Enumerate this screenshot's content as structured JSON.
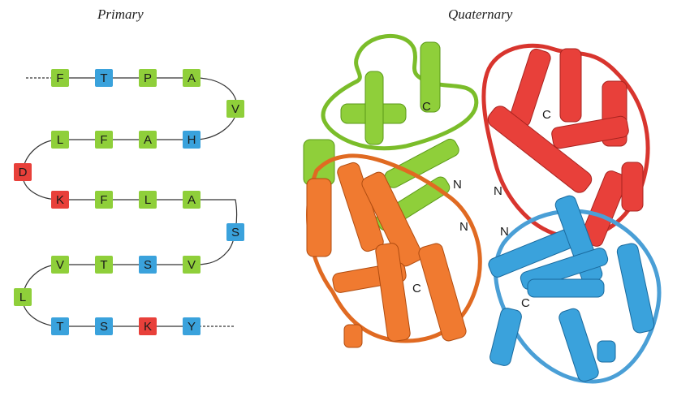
{
  "headings": {
    "primary": "Primary",
    "quaternary": "Quaternary"
  },
  "colors": {
    "green": "#8fcf3a",
    "blue": "#3aa2dc",
    "red": "#e8403a",
    "orange": "#f07a30",
    "chain_green": "#8fcf3a",
    "chain_red": "#e03a32",
    "chain_orange": "#ee7a2c",
    "chain_blue": "#52a8dc"
  },
  "primary_rows": [
    {
      "dir": "ltr",
      "residues": [
        {
          "aa": "F",
          "c": "green"
        },
        {
          "aa": "T",
          "c": "blue"
        },
        {
          "aa": "P",
          "c": "green"
        },
        {
          "aa": "A",
          "c": "green"
        }
      ]
    },
    {
      "dir": "turn-right",
      "residues": [
        {
          "aa": "V",
          "c": "green"
        }
      ]
    },
    {
      "dir": "rtl",
      "residues": [
        {
          "aa": "H",
          "c": "blue"
        },
        {
          "aa": "A",
          "c": "green"
        },
        {
          "aa": "F",
          "c": "green"
        },
        {
          "aa": "L",
          "c": "green"
        }
      ]
    },
    {
      "dir": "turn-left",
      "residues": [
        {
          "aa": "D",
          "c": "red"
        }
      ]
    },
    {
      "dir": "ltr",
      "residues": [
        {
          "aa": "K",
          "c": "red"
        },
        {
          "aa": "F",
          "c": "green"
        },
        {
          "aa": "L",
          "c": "green"
        },
        {
          "aa": "A",
          "c": "green"
        }
      ]
    },
    {
      "dir": "turn-right",
      "residues": [
        {
          "aa": "S",
          "c": "blue"
        }
      ]
    },
    {
      "dir": "rtl",
      "residues": [
        {
          "aa": "V",
          "c": "green"
        },
        {
          "aa": "S",
          "c": "blue"
        },
        {
          "aa": "T",
          "c": "green"
        },
        {
          "aa": "V",
          "c": "green"
        }
      ]
    },
    {
      "dir": "turn-left",
      "residues": [
        {
          "aa": "L",
          "c": "green"
        }
      ]
    },
    {
      "dir": "ltr",
      "residues": [
        {
          "aa": "T",
          "c": "blue"
        },
        {
          "aa": "S",
          "c": "blue"
        },
        {
          "aa": "K",
          "c": "red"
        },
        {
          "aa": "Y",
          "c": "blue"
        }
      ]
    }
  ],
  "terminus_labels": {
    "n_green": "N",
    "n_red": "N",
    "n_orange": "N",
    "n_blue": "N",
    "c_green": "C",
    "c_red": "C",
    "c_orange": "C",
    "c_blue": "C"
  }
}
